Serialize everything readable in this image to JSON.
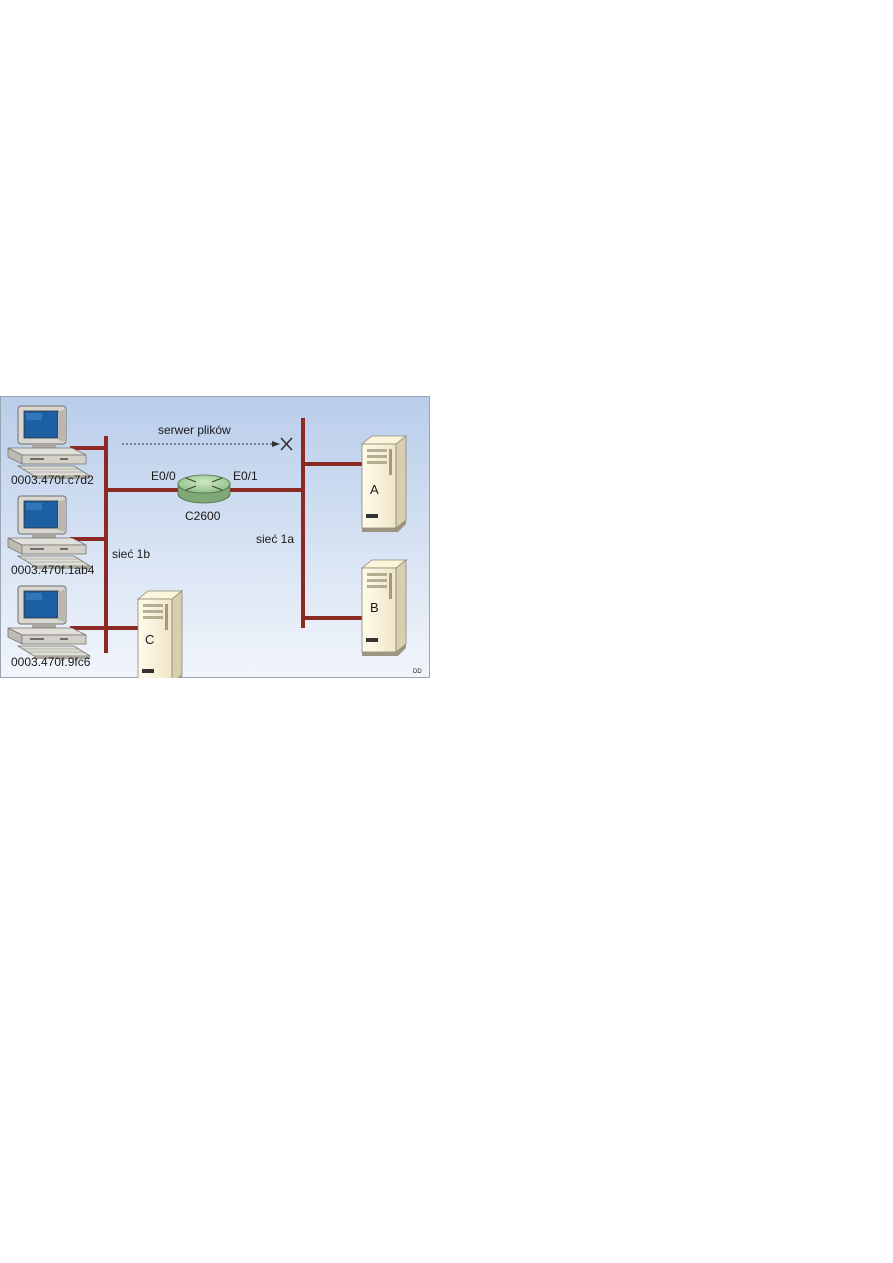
{
  "diagram": {
    "arrow_label": "serwer plików",
    "router": {
      "name": "C2600",
      "port_left": "E0/0",
      "port_right": "E0/1"
    },
    "segments": {
      "left": "sieć 1b",
      "right": "sieć 1a"
    },
    "workstations": [
      {
        "mac": "0003.470f.c7d2"
      },
      {
        "mac": "0003.470f.1ab4"
      },
      {
        "mac": "0003.470f.9fc6"
      }
    ],
    "servers": [
      {
        "label": "A"
      },
      {
        "label": "B"
      },
      {
        "label": "C"
      }
    ],
    "credit": "DD"
  },
  "colors": {
    "cable": "#8b2a22",
    "background_top": "#b9cdea",
    "background_bottom": "#f1f5fb",
    "router": "#a9cfa0",
    "screen": "#1c5fa3"
  }
}
